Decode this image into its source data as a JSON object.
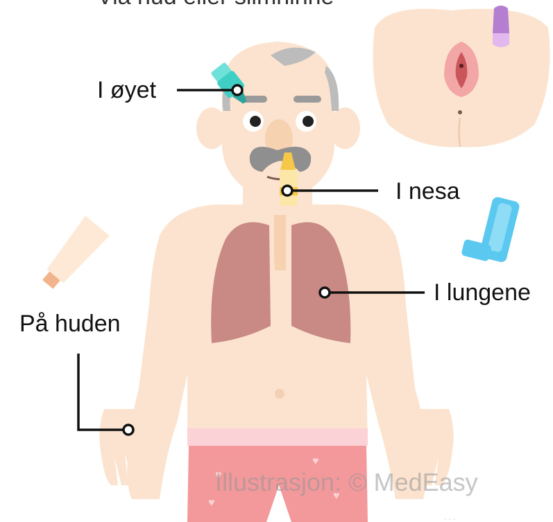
{
  "title_fragment": "Via hud eller slimhinne",
  "labels": {
    "eye": "I øyet",
    "nose": "I nesa",
    "lungs": "I lungene",
    "skin": "På huden"
  },
  "credit": "Illustrasjon: © MedEasy",
  "icons": [
    "eye-drops-icon",
    "nasal-spray-icon",
    "inhaler-icon",
    "cream-tube-icon",
    "vaginal-suppository-icon"
  ],
  "colors": {
    "skin": "#fbe3cf",
    "skin_shadow": "#f3cfb3",
    "hair": "#bcbcbc",
    "lungs": "#c98a85",
    "shorts": "#f4999b",
    "waistband": "#fbd3d6",
    "eye_drop": "#3fcfc4",
    "nasal_spray": "#f6c84a",
    "inhaler": "#5ac8ef",
    "suppository": "#b57fd1",
    "line": "#111111"
  }
}
